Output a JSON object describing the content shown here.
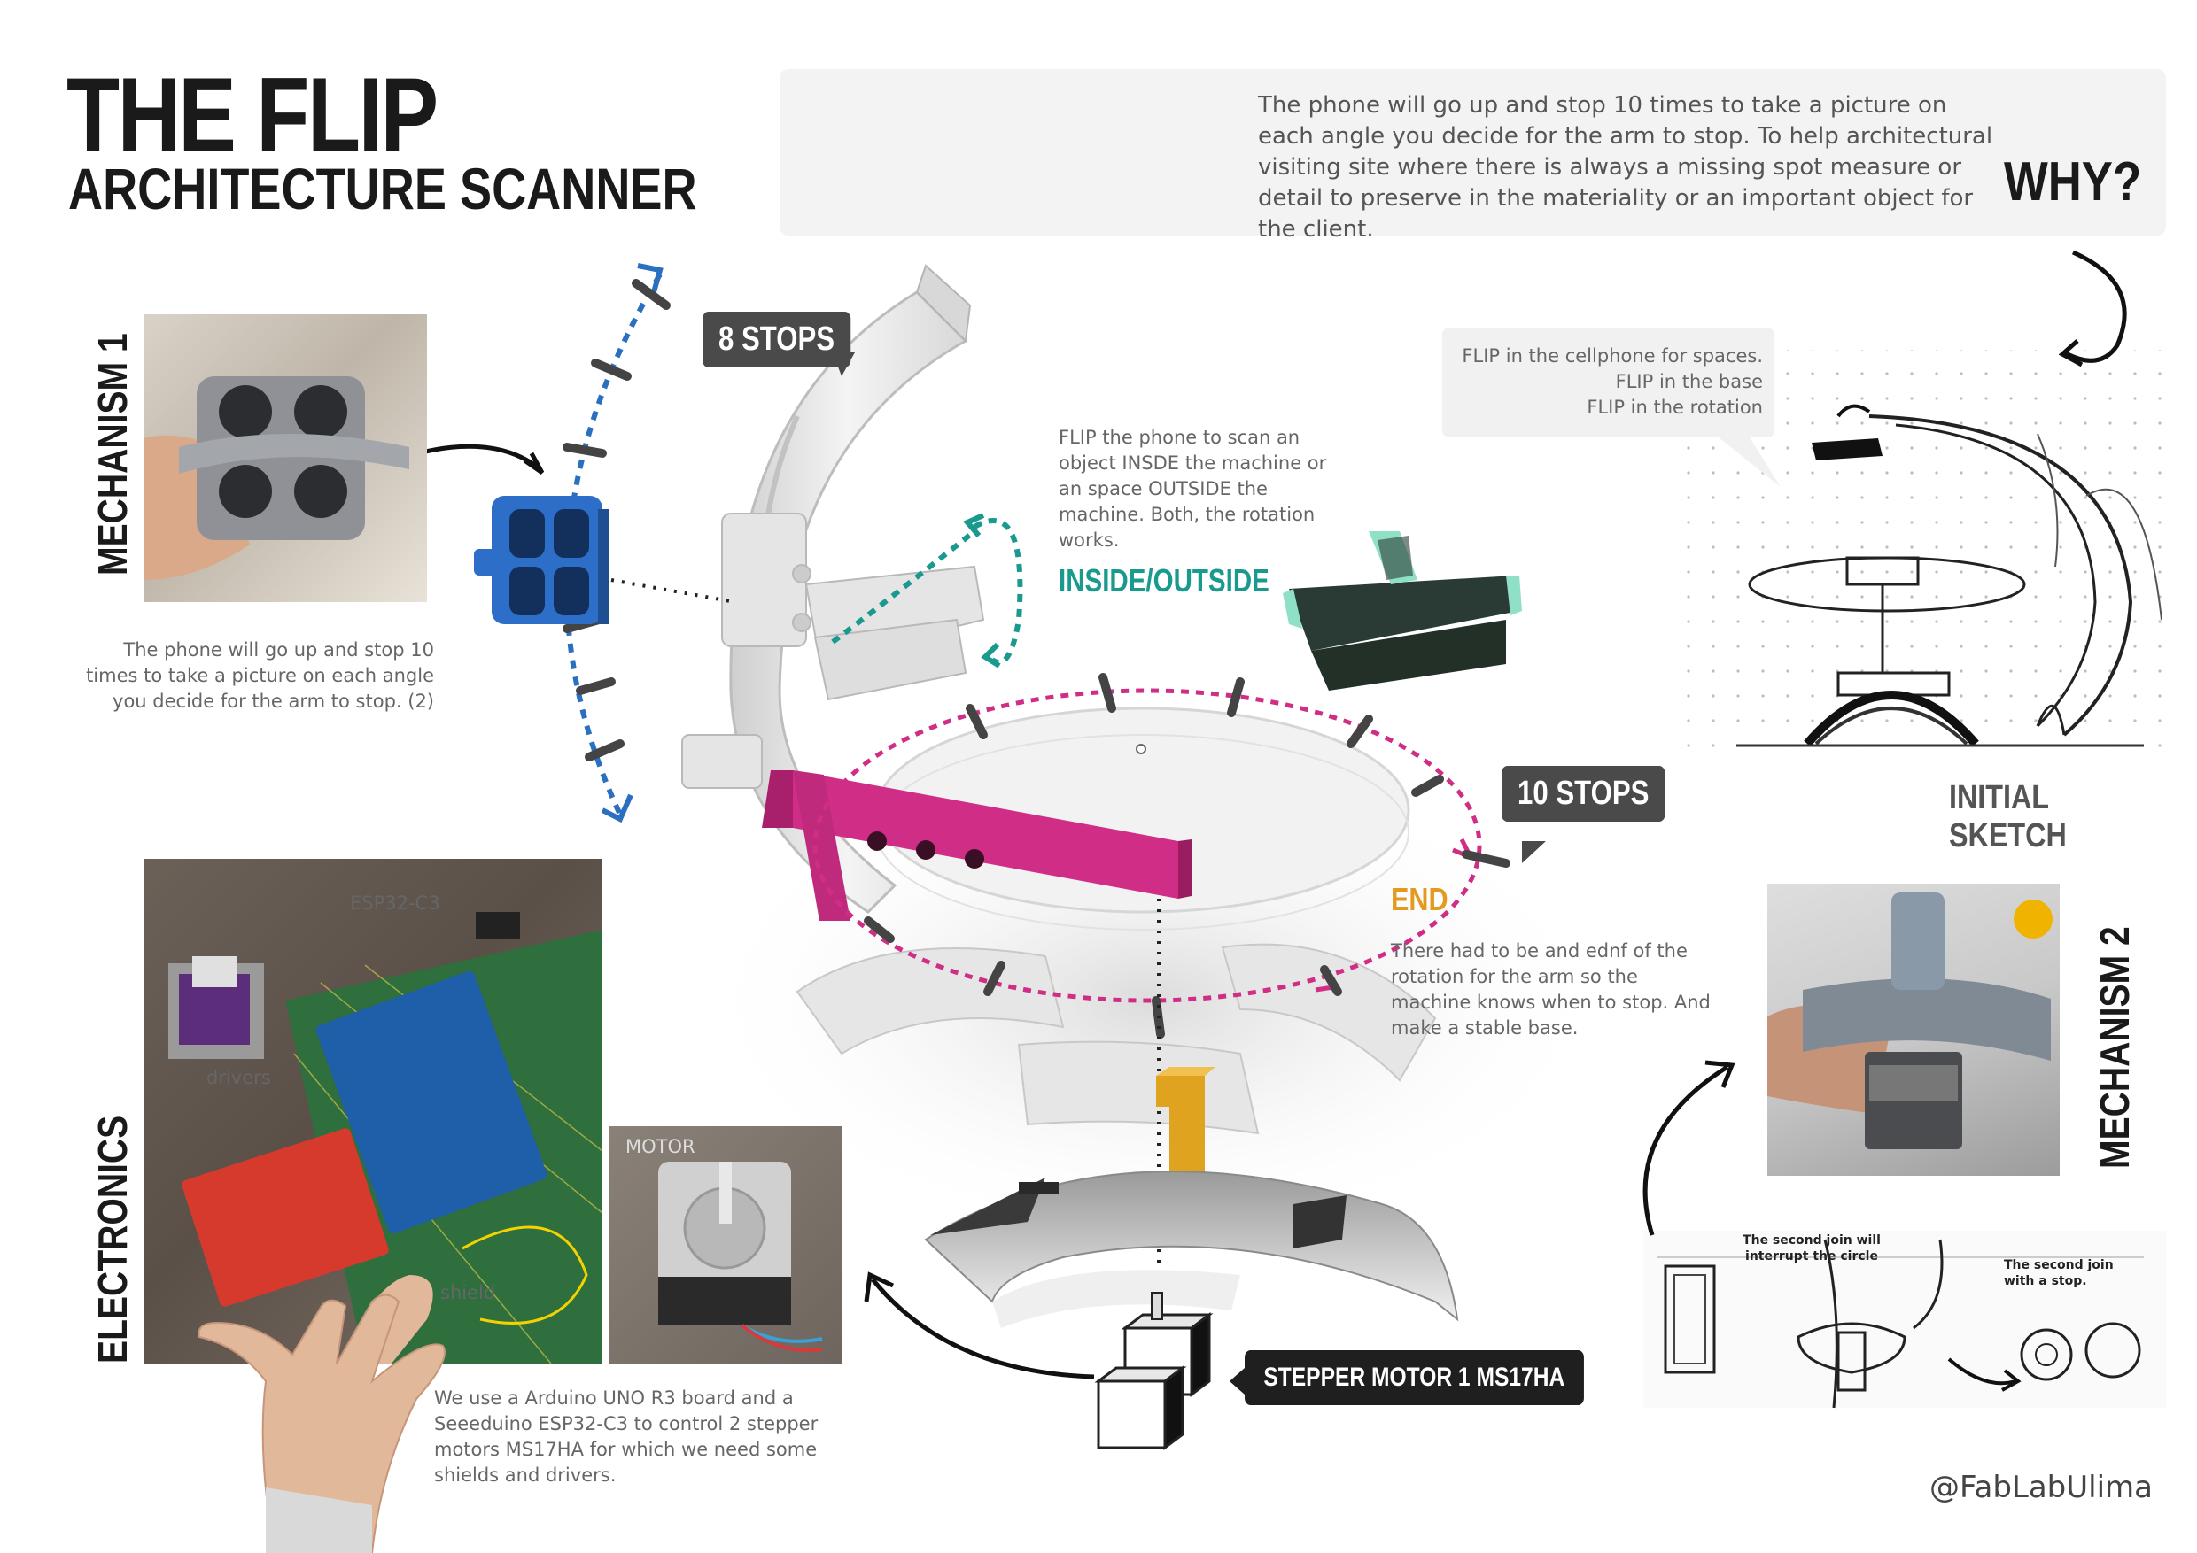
{
  "header": {
    "title": "THE FLIP",
    "subtitle": "ARCHITECTURE SCANNER"
  },
  "why": {
    "text": "The phone will go up and stop 10 times to take a picture on each angle you decide for the arm to stop. To help architectural visiting site where there is always a missing spot measure or detail to preserve in the materiality or an important object for the client.",
    "label": "WHY?"
  },
  "mechanism1": {
    "label": "MECHANISM 1",
    "caption": "The phone will go up and stop 10 times to take a picture on each angle you decide for the arm to stop. (2)"
  },
  "stops": {
    "top_tag": "8 STOPS",
    "rotation_tag": "10 STOPS"
  },
  "inside_outside": {
    "text": "FLIP the phone to scan an object INSDE the machine or an space OUTSIDE the machine. Both, the rotation works.",
    "label": "INSIDE/OUTSIDE"
  },
  "end": {
    "label": "END",
    "text": "There had to be and ednf of the rotation for the arm so the machine knows when to stop. And make a stable base."
  },
  "sketch": {
    "bubble_lines": [
      "FLIP in the cellphone for spaces.",
      "FLIP in the base",
      "FLIP in the rotation"
    ],
    "label": "INITIAL SKETCH"
  },
  "mechanism2": {
    "label": "MECHANISM 2",
    "note1": "The second join will interrupt the circle",
    "note2": "The second join with a stop."
  },
  "electronics": {
    "label": "ELECTRONICS",
    "esp_label": "ESP32-C3",
    "drivers_label": "drivers",
    "shield_label": "shield",
    "motor_label": "MOTOR",
    "caption": "We use a Arduino UNO R3 board and a Seeeduino ESP32-C3 to control 2 stepper motors MS17HA for which we need some shields and drivers."
  },
  "motor_tag": "STEPPER MOTOR 1 MS17HA",
  "handle": "@FabLabUlima",
  "colors": {
    "blue": "#2a6fc0",
    "teal": "#1a9a8e",
    "magenta": "#d02e86",
    "orange": "#e49a1f",
    "mint": "#8fe0c6",
    "dark": "#1f1f1f"
  }
}
